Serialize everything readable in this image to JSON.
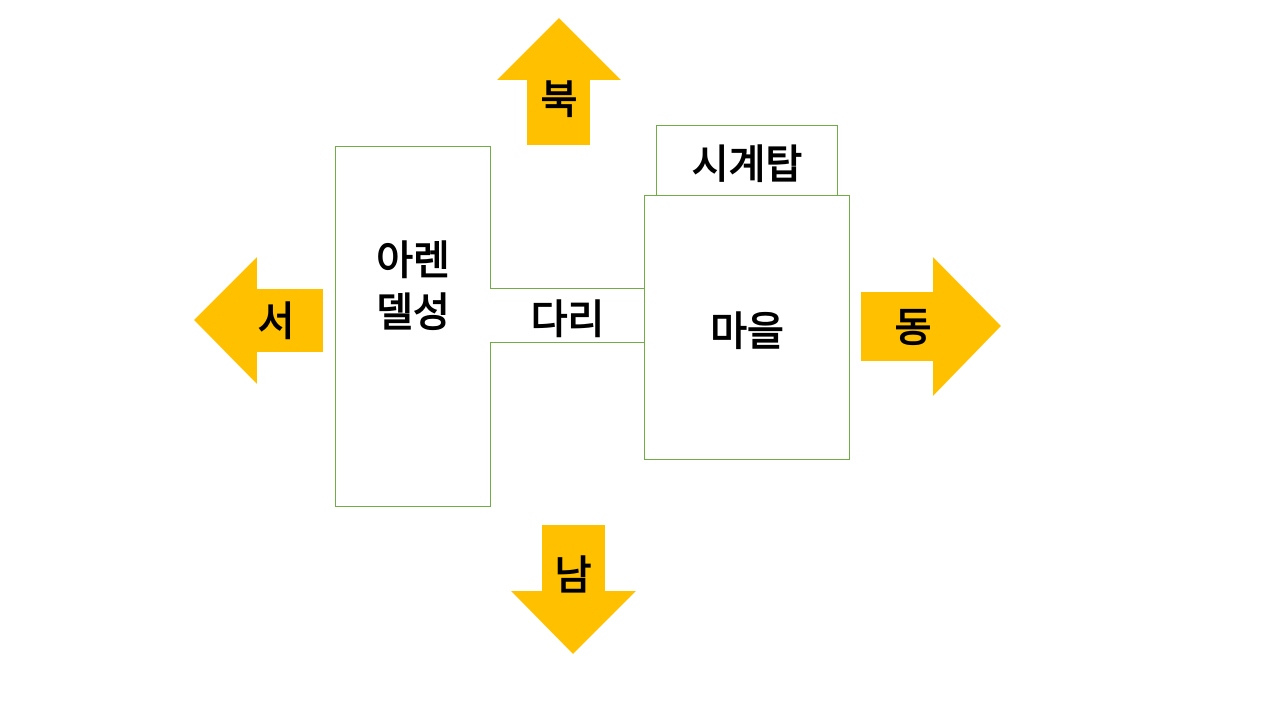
{
  "locations": {
    "castle": "아렌\n델성",
    "bridge": "다리",
    "town": "마을",
    "clock_tower": "시계탑"
  },
  "directions": {
    "north": "북",
    "south": "남",
    "east": "동",
    "west": "서"
  },
  "colors": {
    "arrow": "#ffc000",
    "box_border": "#70ad47",
    "text": "#000000"
  }
}
